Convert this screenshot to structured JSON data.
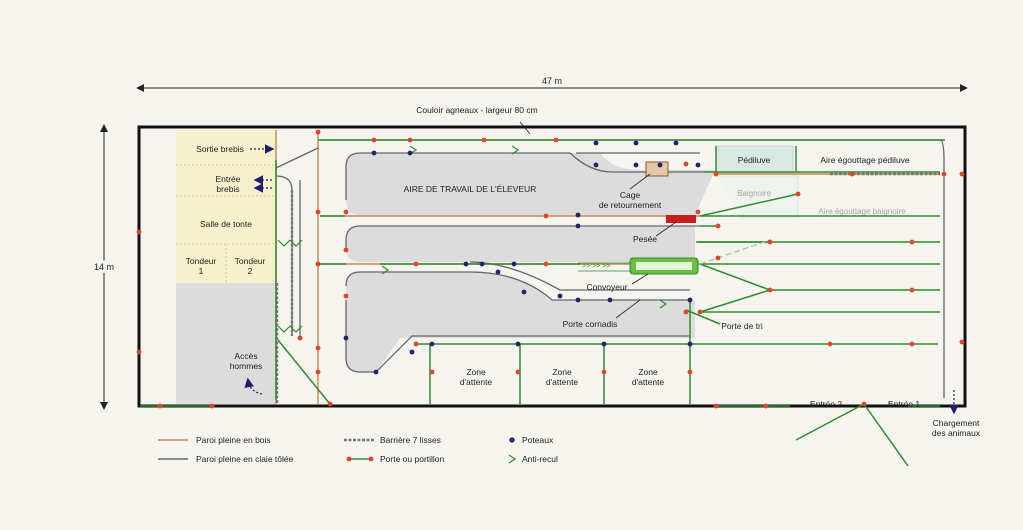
{
  "dimensions": {
    "width": "47 m",
    "height": "14 m"
  },
  "labels": {
    "couloir": "Couloir agneaux - largeur 80 cm",
    "sortie_brebis": "Sortie brebis",
    "entree_brebis_1": "Entrée",
    "entree_brebis_2": "brebis",
    "salle_tonte": "Salle de tonte",
    "tondeur1_a": "Tondeur",
    "tondeur1_b": "1",
    "tondeur2_a": "Tondeur",
    "tondeur2_b": "2",
    "acces_1": "Accès",
    "acces_2": "hommes",
    "aire_travail": "AIRE DE TRAVAIL DE L'ÉLEVEUR",
    "cage_1": "Cage",
    "cage_2": "de retournement",
    "pesee": "Pesée",
    "convoyeur": "Convoyeur",
    "porte_cornadis": "Porte cornadis",
    "porte_tri": "Porte de tri",
    "pediluve": "Pédiluve",
    "aire_pediluve": "Aire égouttage pédiluve",
    "baignoire": "Baignoire",
    "aire_baignoire": "Aire égouttage baignoire",
    "zone_attente_1": "Zone",
    "zone_attente_2": "d'attente",
    "entree_2": "Entrée 2",
    "entree_1": "Entrée 1",
    "chargement_1": "Chargement",
    "chargement_2": "des animaux"
  },
  "legend": {
    "paroi_bois": "Paroi pleine en bois",
    "paroi_claie": "Paroi pleine en claie tôlée",
    "barriere": "Barrière 7 lisses",
    "porte": "Porte ou portillon",
    "poteaux": "Poteaux",
    "anti_recul": "Anti-recul"
  },
  "colors": {
    "wood": "#c8874e",
    "claie": "#666666",
    "gate": "#2e8b2e",
    "red": "#e0442a",
    "post": "#22226e",
    "floor": "#dcdcdc",
    "shearing": "#f6f0cc",
    "pediluve": "#d8e9e4",
    "pesee": "#c81e1e"
  }
}
